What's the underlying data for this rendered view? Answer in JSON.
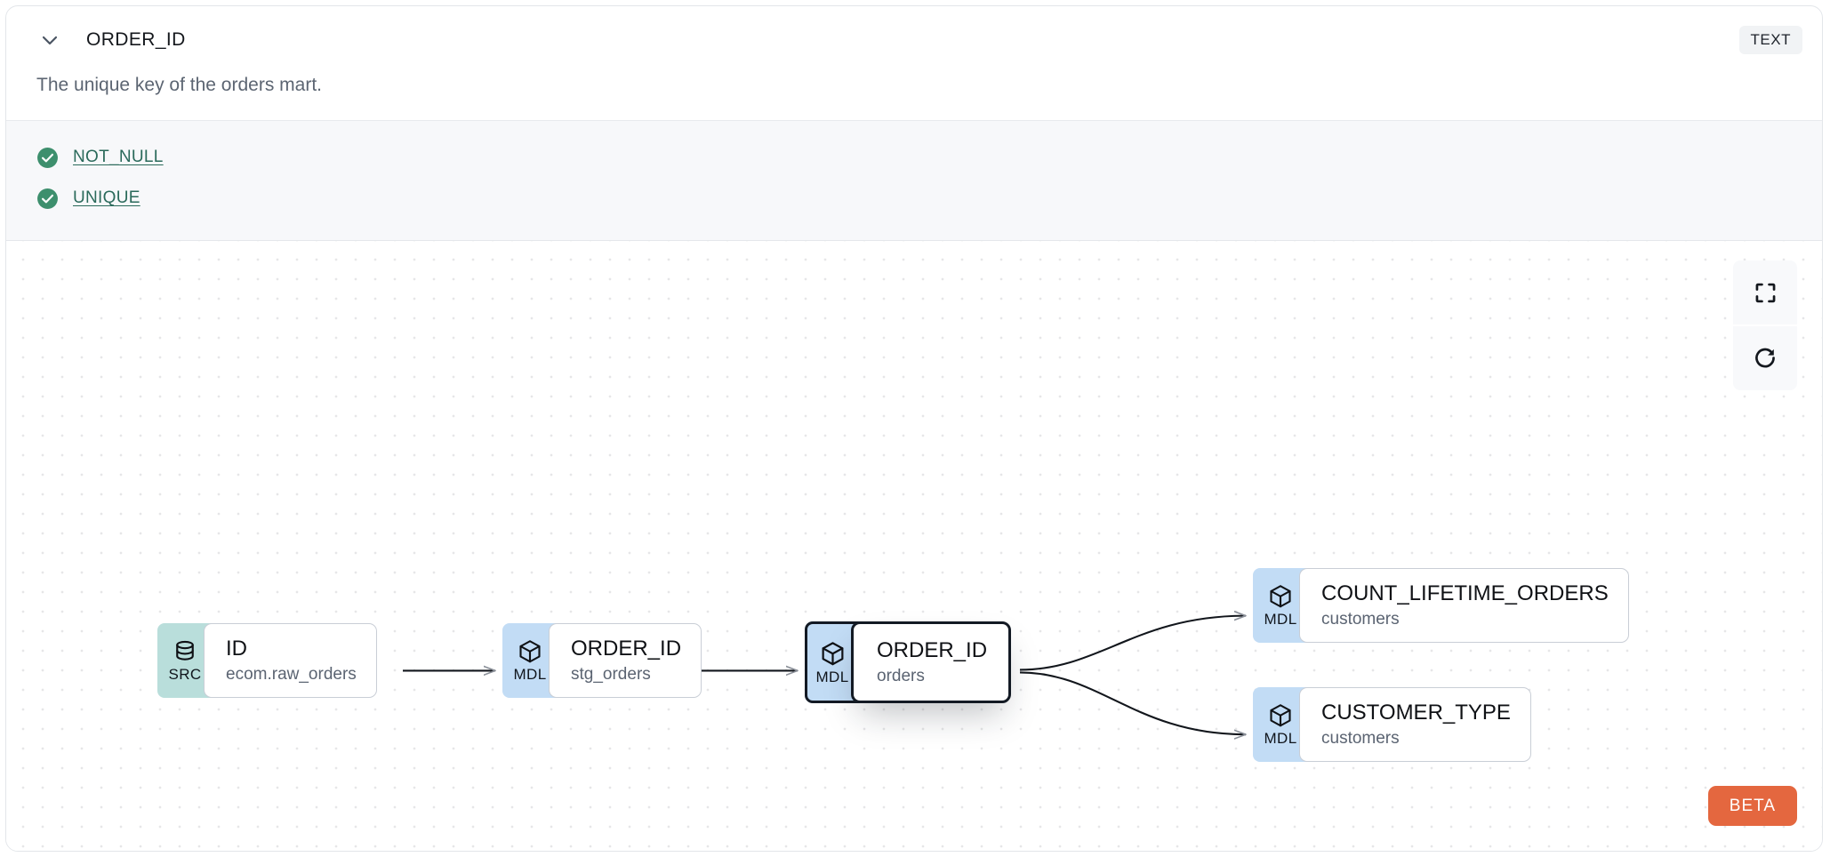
{
  "header": {
    "title": "ORDER_ID",
    "collapse_icon": "chevron-down-icon",
    "type_badge": "TEXT"
  },
  "description": "The unique key of the orders mart.",
  "tests": {
    "items": [
      {
        "label": "NOT_NULL",
        "status_icon": "check-circle-icon",
        "status": "passed"
      },
      {
        "label": "UNIQUE",
        "status_icon": "check-circle-icon",
        "status": "passed"
      }
    ]
  },
  "lineage": {
    "nodes": [
      {
        "id": "src",
        "badge": "SRC",
        "badge_icon": "database-icon",
        "name": "ID",
        "source": "ecom.raw_orders",
        "selected": false
      },
      {
        "id": "stg",
        "badge": "MDL",
        "badge_icon": "cube-icon",
        "name": "ORDER_ID",
        "source": "stg_orders",
        "selected": false
      },
      {
        "id": "orders",
        "badge": "MDL",
        "badge_icon": "cube-icon",
        "name": "ORDER_ID",
        "source": "orders",
        "selected": true
      },
      {
        "id": "count",
        "badge": "MDL",
        "badge_icon": "cube-icon",
        "name": "COUNT_LIFETIME_ORDERS",
        "source": "customers",
        "selected": false
      },
      {
        "id": "custtype",
        "badge": "MDL",
        "badge_icon": "cube-icon",
        "name": "CUSTOMER_TYPE",
        "source": "customers",
        "selected": false
      }
    ],
    "edges": [
      {
        "from": "src",
        "to": "stg"
      },
      {
        "from": "stg",
        "to": "orders"
      },
      {
        "from": "orders",
        "to": "count"
      },
      {
        "from": "orders",
        "to": "custtype"
      }
    ],
    "controls": [
      {
        "name": "fit-view",
        "icon": "fit-screen-icon"
      },
      {
        "name": "reset",
        "icon": "refresh-icon"
      }
    ],
    "beta_badge": "BETA"
  },
  "colors": {
    "src_badge": "#b9dedb",
    "mdl_badge": "#c2dcf5",
    "test_pass": "#3d8f6d",
    "test_link": "#2b6a5b",
    "beta": "#e4673f",
    "selected_border": "#131a24"
  }
}
